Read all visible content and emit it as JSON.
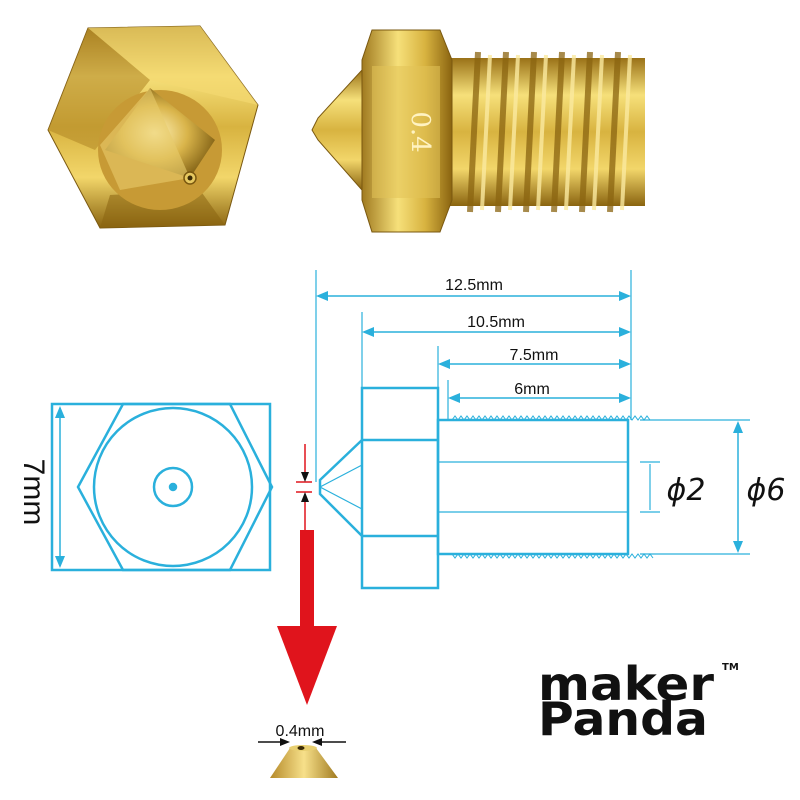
{
  "product": {
    "nozzle_engraving": "0.4"
  },
  "dimensions": {
    "length_total": "12.5mm",
    "length_without_tip": "10.5mm",
    "thread_length": "7.5mm",
    "thread_full_length": "6mm",
    "hex_width": "7mm",
    "bore_diameter": "ϕ2",
    "thread_diameter": "ϕ6",
    "orifice_diameter": "0.4mm"
  },
  "brand": {
    "line1": "maker",
    "line2": "Panda",
    "trademark": "TM"
  },
  "colors": {
    "drawing_line": "#2ab0dc",
    "arrow": "#e0141c",
    "brass_light": "#f6e07a",
    "brass_mid": "#d8b340",
    "brass_dark": "#8a6410",
    "text": "#111111"
  }
}
